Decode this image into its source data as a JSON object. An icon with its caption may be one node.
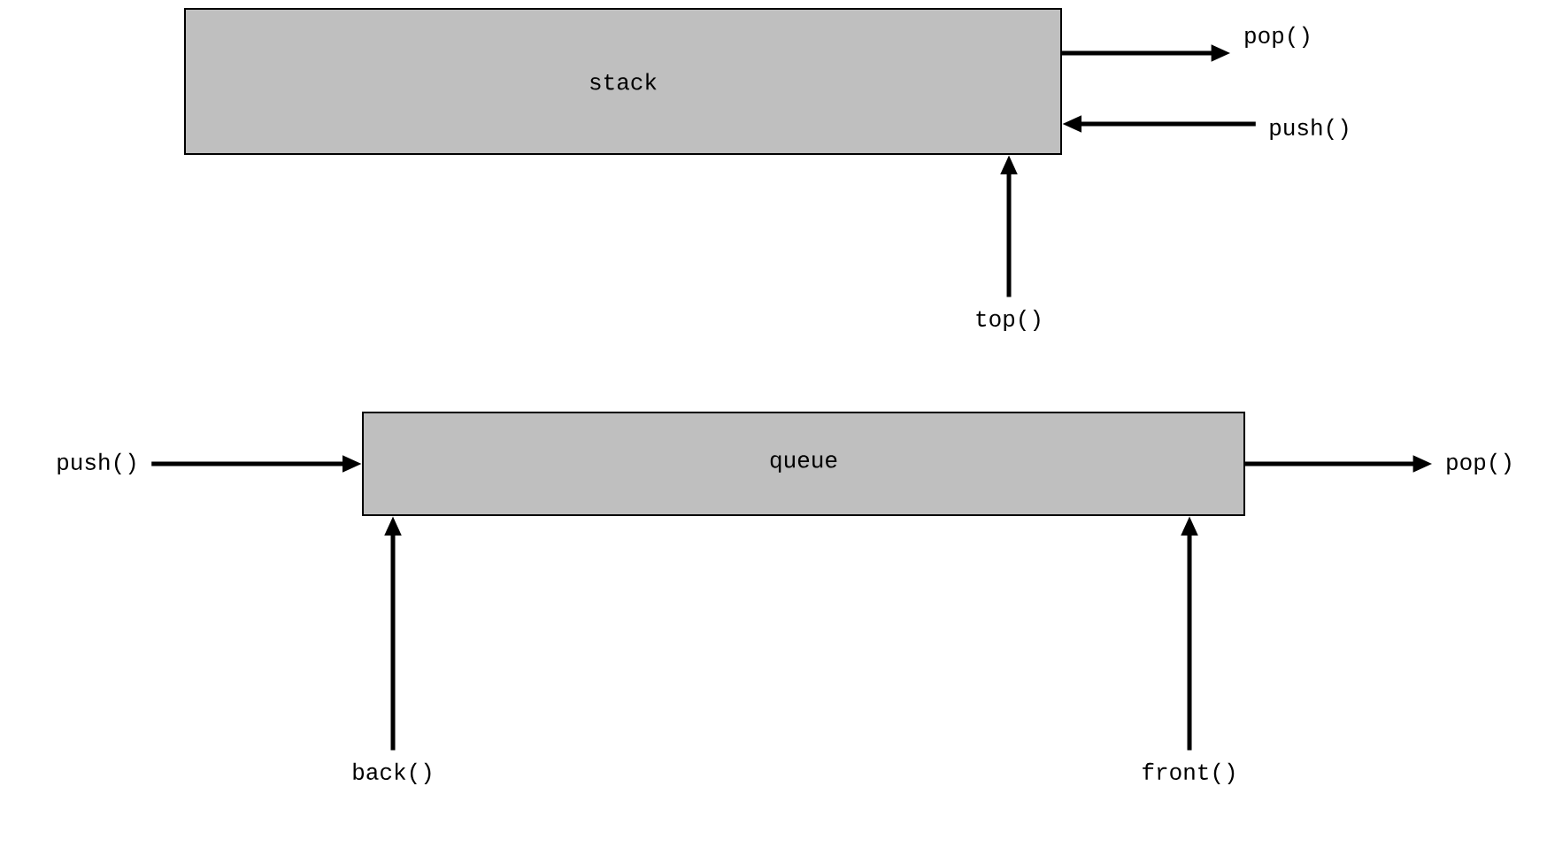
{
  "diagram": {
    "nodes": [
      {
        "text": [
          "stack"
        ]
      },
      {
        "text": [
          "pop()"
        ]
      },
      {
        "text": [
          "push()"
        ]
      },
      {
        "text": [
          "top()"
        ]
      },
      {
        "text": [
          "queue"
        ]
      },
      {
        "text": [
          "push()"
        ]
      },
      {
        "text": [
          "pop()"
        ]
      },
      {
        "text": [
          "back()"
        ]
      },
      {
        "text": [
          "front()"
        ]
      }
    ],
    "edges": [
      {
        "from": 0,
        "to": 1,
        "arrow": "to"
      },
      {
        "from": 2,
        "to": 0,
        "arrow": "to"
      },
      {
        "from": 3,
        "to": 0,
        "arrow": "to"
      },
      {
        "from": 5,
        "to": 4,
        "arrow": "to"
      },
      {
        "from": 4,
        "to": 6,
        "arrow": "to"
      },
      {
        "from": 7,
        "to": 4,
        "arrow": "to"
      },
      {
        "from": 8,
        "to": 4,
        "arrow": "to"
      }
    ]
  }
}
